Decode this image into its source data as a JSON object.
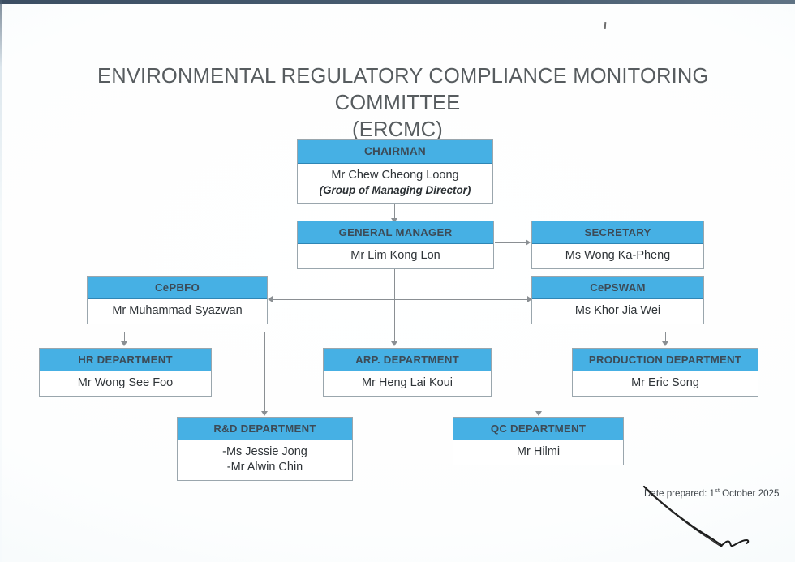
{
  "title": {
    "line1": "ENVIRONMENTAL REGULATORY COMPLIANCE MONITORING",
    "line2": "COMMITTEE",
    "line3": "(ERCMC)"
  },
  "colors": {
    "header_blue": "#46b0e4",
    "header_text": "#3c4b57",
    "box_border": "#9aa6ad",
    "connector": "#8a8f93",
    "page_background": "#fbfdfe",
    "title_text": "#575c5f"
  },
  "nodes": {
    "chairman": {
      "title": "CHAIRMAN",
      "name": "Mr Chew Cheong Loong",
      "subtitle": "(Group of Managing Director)"
    },
    "general_manager": {
      "title": "GENERAL MANAGER",
      "name": "Mr Lim Kong Lon"
    },
    "secretary": {
      "title": "SECRETARY",
      "name": "Ms Wong Ka-Pheng"
    },
    "cepbfo": {
      "title": "CePBFO",
      "name": "Mr Muhammad Syazwan"
    },
    "cepswam": {
      "title": "CePSWAM",
      "name": "Ms Khor Jia Wei"
    },
    "hr": {
      "title": "HR DEPARTMENT",
      "name": "Mr Wong See Foo"
    },
    "arp": {
      "title": "ARP. DEPARTMENT",
      "name": "Mr Heng Lai Koui"
    },
    "production": {
      "title": "PRODUCTION DEPARTMENT",
      "name": "Mr Eric Song"
    },
    "rnd": {
      "title": "R&D DEPARTMENT",
      "name_1": "-Ms Jessie Jong",
      "name_2": "-Mr Alwin Chin"
    },
    "qc": {
      "title": "QC DEPARTMENT",
      "name": "Mr Hilmi"
    }
  },
  "footer": {
    "date_prepared_prefix": "Date prepared: 1",
    "date_prepared_ordinal": "st",
    "date_prepared_suffix": " October 2025"
  }
}
